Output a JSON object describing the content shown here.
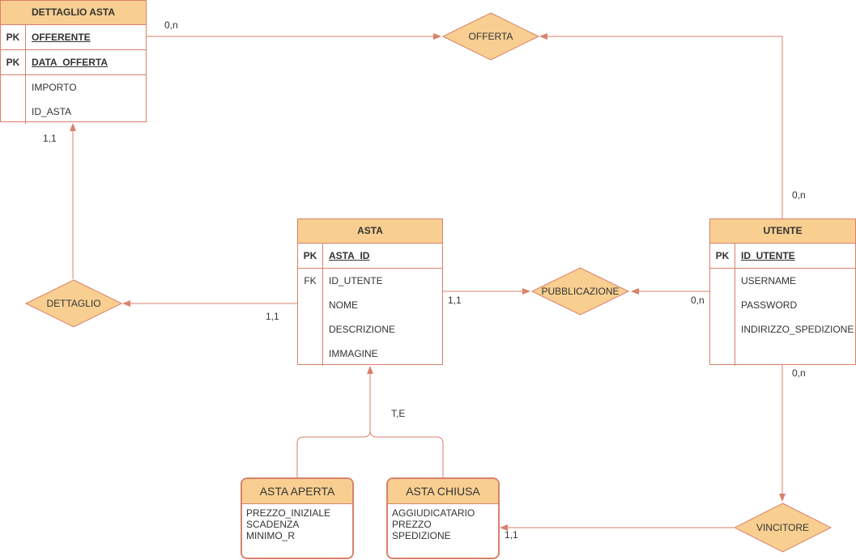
{
  "colors": {
    "stroke": "#d9816a",
    "header_fill": "#f8cf91",
    "relation_fill": "#f8cf91",
    "text": "#333333"
  },
  "entities": {
    "dettaglio_asta": {
      "title": "DETTAGLIO ASTA",
      "rows": [
        {
          "key": "PK",
          "field": "OFFERENTE"
        },
        {
          "key": "PK",
          "field": "DATA_OFFERTA"
        },
        {
          "key": "",
          "field": "IMPORTO"
        },
        {
          "key": "",
          "field": "ID_ASTA"
        }
      ]
    },
    "asta": {
      "title": "ASTA",
      "rows": [
        {
          "key": "PK",
          "field": "ASTA_ID"
        },
        {
          "key": "FK",
          "field": "ID_UTENTE"
        },
        {
          "key": "",
          "field": "NOME"
        },
        {
          "key": "",
          "field": "DESCRIZIONE"
        },
        {
          "key": "",
          "field": "IMMAGINE"
        }
      ]
    },
    "utente": {
      "title": "UTENTE",
      "rows": [
        {
          "key": "PK",
          "field": "ID_UTENTE"
        },
        {
          "key": "",
          "field": "USERNAME"
        },
        {
          "key": "",
          "field": "PASSWORD"
        },
        {
          "key": "",
          "field": "INDIRIZZO_SPEDIZIONE"
        },
        {
          "key": "",
          "field": ""
        }
      ]
    }
  },
  "subtypes": {
    "asta_aperta": {
      "title": "ASTA APERTA",
      "lines": [
        "PREZZO_INIZIALE",
        "SCADENZA",
        "MINIMO_R"
      ]
    },
    "asta_chiusa": {
      "title": "ASTA CHIUSA",
      "lines": [
        "AGGIUDICATARIO",
        "PREZZO",
        "SPEDIZIONE"
      ]
    }
  },
  "relationships": {
    "offerta": "OFFERTA",
    "dettaglio": "DETTAGLIO",
    "pubblicazione": "PUBBLICAZIONE",
    "vincitore": "VINCITORE"
  },
  "cardinalities": {
    "dettaglio_asta_offerta": "0,n",
    "utente_offerta": "0,n",
    "dettaglio_asta_dettaglio": "1,1",
    "asta_dettaglio": "1,1",
    "asta_pubblicazione": "1,1",
    "utente_pubblicazione": "0,n",
    "utente_vincitore": "0,n",
    "asta_chiusa_vincitore": "1,1",
    "generalization": "T,E"
  }
}
